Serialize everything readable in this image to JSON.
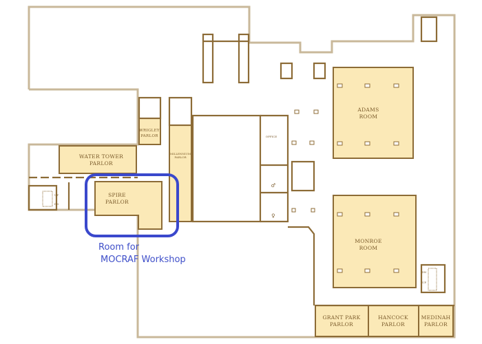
{
  "rooms": {
    "adams": [
      "ADAMS",
      "ROOM"
    ],
    "monroe": [
      "MONROE",
      "ROOM"
    ],
    "water_tower": [
      "WATER TOWER",
      "PARLOR"
    ],
    "spire": [
      "SPIRE",
      "PARLOR"
    ],
    "wrigley": [
      "WRIGLEY",
      "PARLOR"
    ],
    "millennium": [
      "MILLENNIUM",
      "PARLOR"
    ],
    "grant_park": [
      "GRANT PARK",
      "PARLOR"
    ],
    "hancock": [
      "HANCOCK",
      "PARLOR"
    ],
    "medinah": [
      "MEDINAH",
      "PARLOR"
    ],
    "office": "OFFICE"
  },
  "stairs": {
    "up": "UP",
    "dn": "DN"
  },
  "annotation": {
    "line1": "Room for",
    "line2": "MOCRAF Workshop",
    "highlight_color": "#3a48cc"
  },
  "colors": {
    "room_fill": "#fbe9b7",
    "wall": "#8c6b36"
  }
}
